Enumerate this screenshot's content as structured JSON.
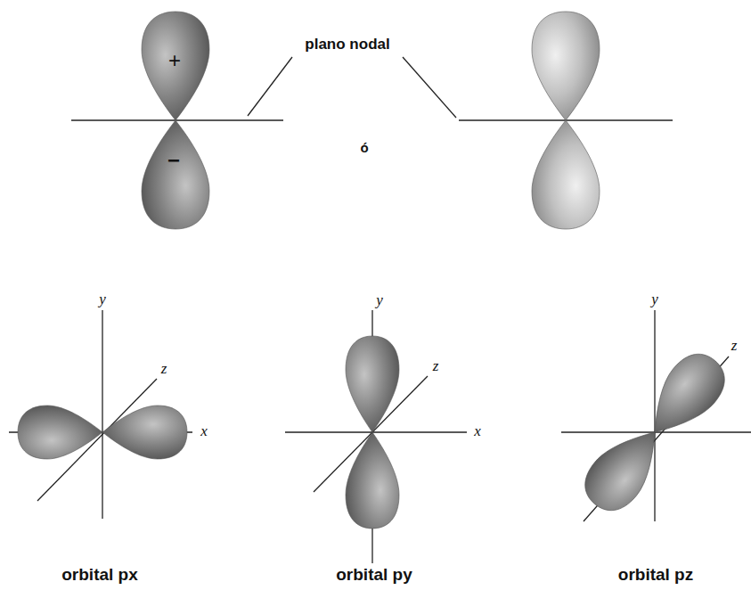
{
  "diagram": {
    "labels": [
      "plano nodal",
      "+",
      "−",
      "ó",
      "y",
      "z",
      "x",
      "y",
      "z",
      "x",
      "y",
      "z",
      "orbital px",
      "orbital py",
      "orbital pz"
    ]
  }
}
